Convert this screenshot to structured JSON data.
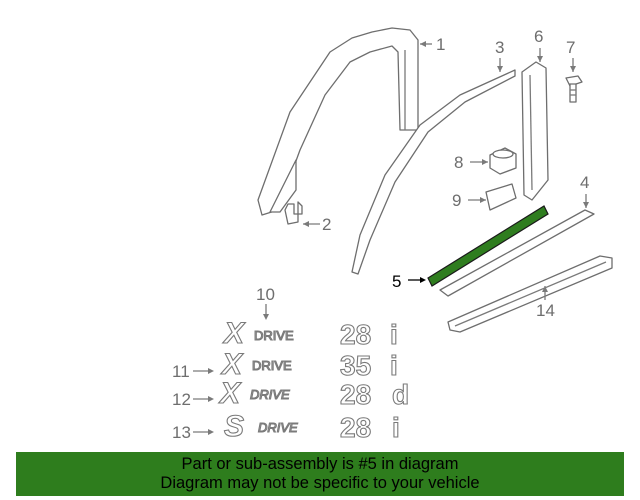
{
  "diagram": {
    "callouts": {
      "c1": "1",
      "c2": "2",
      "c3": "3",
      "c4": "4",
      "c5": "5",
      "c6": "6",
      "c7": "7",
      "c8": "8",
      "c9": "9",
      "c10": "10",
      "c11": "11",
      "c12": "12",
      "c13": "13",
      "c14": "14"
    },
    "highlight_color": "#2f7d1f",
    "badges": [
      {
        "id": "10",
        "script": "X",
        "drive": "DRIVE",
        "model": "28",
        "suffix": "i"
      },
      {
        "id": "11",
        "script": "X",
        "drive": "DRIVE",
        "model": "35",
        "suffix": "i"
      },
      {
        "id": "12",
        "script": "X",
        "drive": "DRIVE",
        "model": "28",
        "suffix": "d"
      },
      {
        "id": "13",
        "script": "S",
        "drive": "DRIVE",
        "model": "28",
        "suffix": "i"
      }
    ]
  },
  "banner": {
    "line1": "Part or sub-assembly is #5 in diagram",
    "line2": "Diagram may not be specific to your vehicle",
    "color": "#2e7d1d"
  }
}
